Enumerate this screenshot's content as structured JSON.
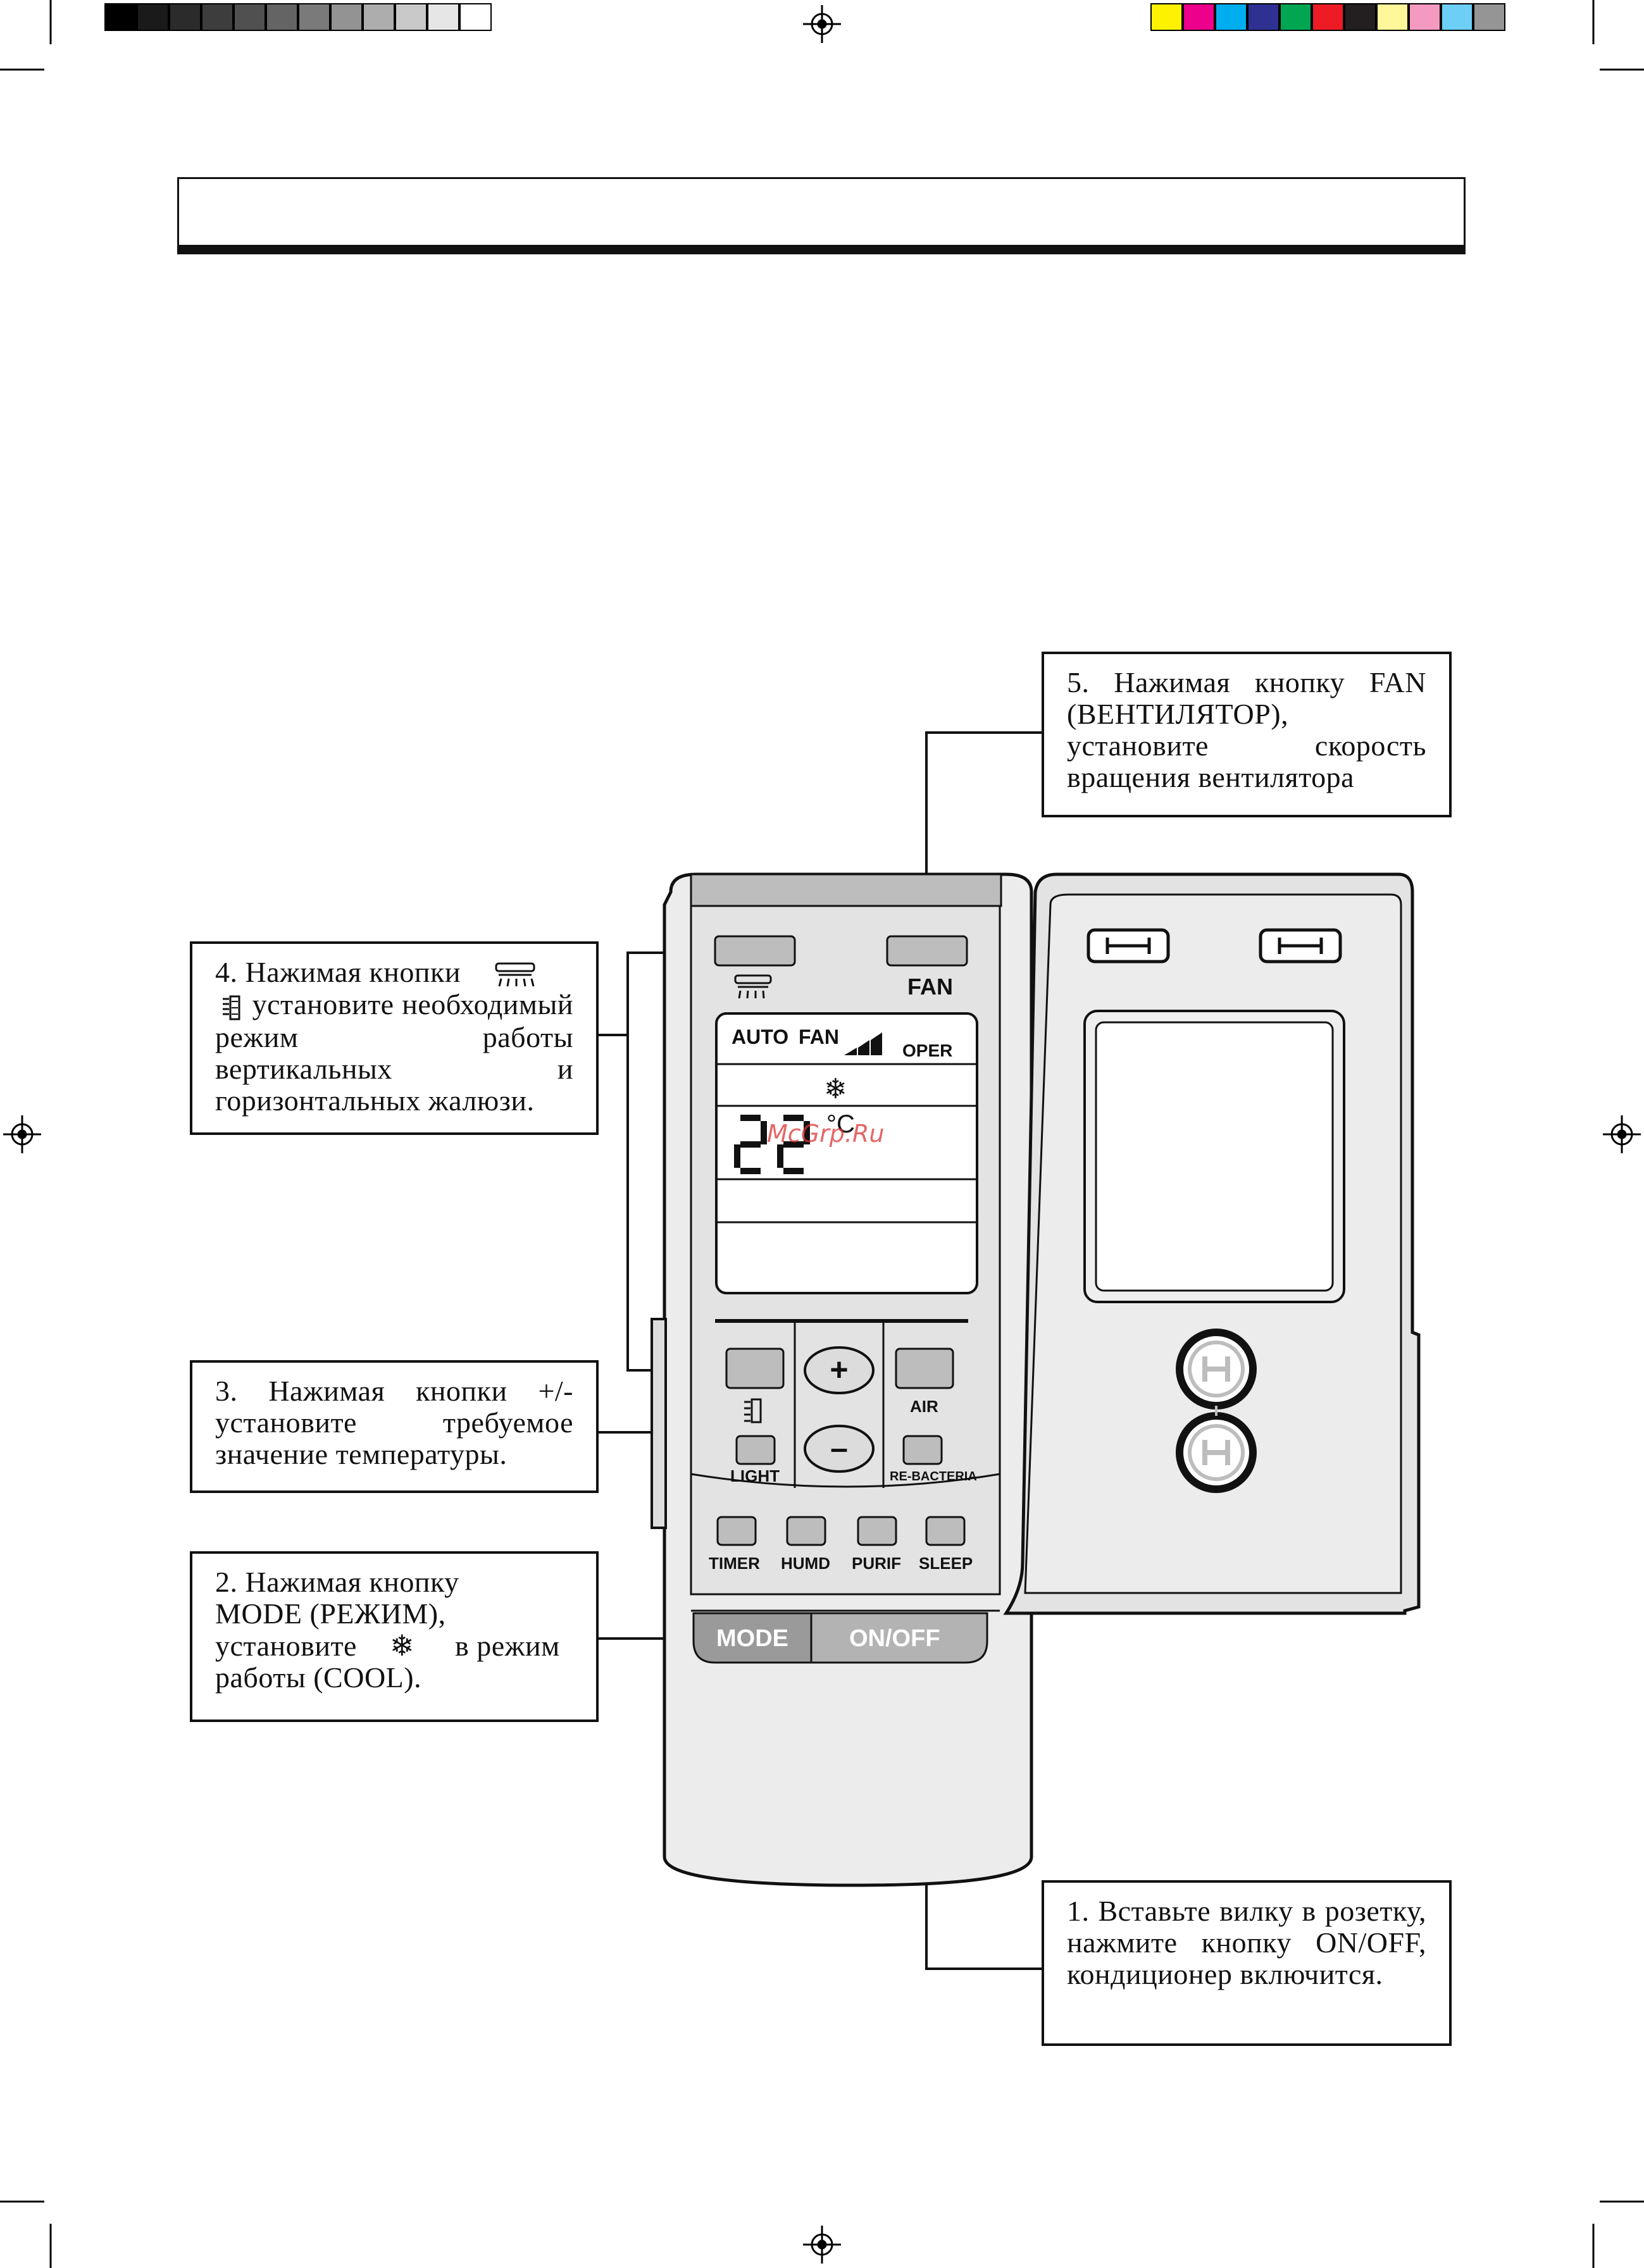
{
  "header": {
    "title": ""
  },
  "callouts": [
    {
      "id": "callout-5",
      "text": "5. Нажимая кнопку FAN (ВЕНТИЛЯТОР), установите скорость вращения вентилятора"
    },
    {
      "id": "callout-4",
      "text_before": "4. Нажимая кнопки",
      "text_after": "установите необходимый режим работы вертикальных и горизонтальных жалюзи."
    },
    {
      "id": "callout-3",
      "text": "3. Нажимая кнопки +/- установите требуемое значение температуры."
    },
    {
      "id": "callout-2",
      "line1": "2. Нажимая кнопку",
      "line2": "MODE (РЕЖИМ),",
      "line3_before": "установите",
      "line3_after": "в режим",
      "line4": "работы (COOL)."
    },
    {
      "id": "callout-1",
      "text": "1. Вставьте вилку в розетку, нажмите кнопку ON/OFF, кондиционер включится."
    }
  ],
  "remote": {
    "fan_label": "FAN",
    "display": {
      "auto": "AUTO",
      "fan": "FAN",
      "oper": "OPER",
      "mode_icon": "snowflake-icon",
      "temperature": "22",
      "unit": "°C"
    },
    "buttons": {
      "air": "AIR",
      "light": "LIGHT",
      "re_bacteria": "RE-BACTERIA",
      "timer": "TIMER",
      "humd": "HUMD",
      "purif": "PURIF",
      "sleep": "SLEEP",
      "mode": "MODE",
      "on_off": "ON/OFF",
      "plus": "+",
      "minus": "–"
    }
  },
  "watermark": "McGrp.Ru",
  "colors": {
    "ink": "#111111",
    "remote_body": "#e6e6e6",
    "button_gray": "#bdbdbd",
    "swatches_gray": [
      "#000000",
      "#1a1a1a",
      "#2b2b2b",
      "#3d3d3d",
      "#505050",
      "#646464",
      "#7a7a7a",
      "#939393",
      "#adadad",
      "#c9c9c9",
      "#e6e6e6",
      "#ffffff"
    ],
    "swatches_color": [
      "#fff200",
      "#ec008c",
      "#00aeef",
      "#2e3192",
      "#00a651",
      "#ed1c24",
      "#231f20",
      "#fff799",
      "#f49ac1",
      "#6dcff6",
      "#959595"
    ]
  }
}
